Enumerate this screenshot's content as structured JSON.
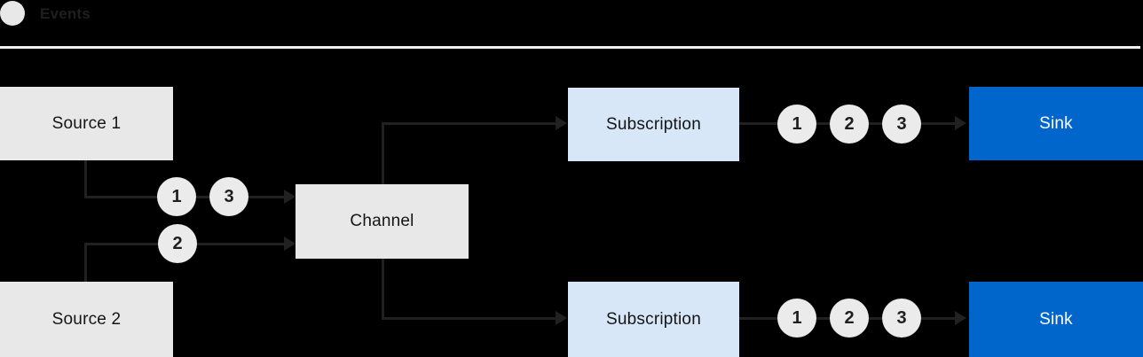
{
  "legend": {
    "label": "Events"
  },
  "nodes": {
    "source1": {
      "label": "Source 1"
    },
    "source2": {
      "label": "Source 2"
    },
    "channel": {
      "label": "Channel"
    },
    "subscription_top": {
      "label": "Subscription"
    },
    "subscription_bottom": {
      "label": "Subscription"
    },
    "sink_top": {
      "label": "Sink"
    },
    "sink_bottom": {
      "label": "Sink"
    }
  },
  "flows": {
    "source1_to_channel": {
      "events": [
        "1",
        "3"
      ]
    },
    "source2_to_channel": {
      "events": [
        "2"
      ]
    },
    "subscription_top_to_sink": {
      "events": [
        "1",
        "2",
        "3"
      ]
    },
    "subscription_bottom_to_sink": {
      "events": [
        "1",
        "2",
        "3"
      ]
    }
  },
  "colors": {
    "background": "#000000",
    "node_gray": "#e8e8e8",
    "subscription_light_blue": "#d7e7f8",
    "sink_blue": "#0166cc",
    "connector_dark": "#212121",
    "text_dark": "#151515",
    "sink_text": "#ffffff",
    "separator_light": "#f0f0f0",
    "event_badge": "#ebebeb"
  }
}
